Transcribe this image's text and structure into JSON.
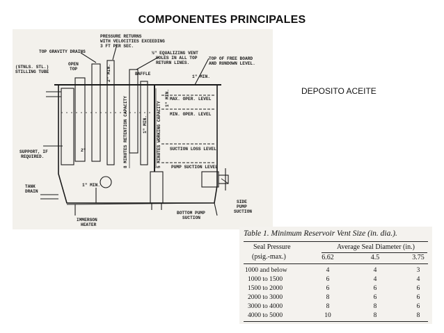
{
  "slide": {
    "title": "COMPONENTES PRINCIPALES",
    "deposit_label": "DEPOSITO ACEITE"
  },
  "diagram": {
    "labels": {
      "pressure_returns_1": "PRESSURE RETURNS",
      "pressure_returns_2": "WITH VELOCITIES EXCEEDING",
      "pressure_returns_3": "3 FT PER SEC.",
      "top_gravity_drains": "TOP GRAVITY DRAINS",
      "equalizing_vent_1": "½\" EQUALIZING VENT",
      "equalizing_vent_2": "HOLES IN ALL TOP",
      "equalizing_vent_3": "RETURN LINES.",
      "top_free_board_1": "TOP OF FREE BOARD",
      "top_free_board_2": "AND RUNDOWN LEVEL.",
      "stnls_1": "(STNLS. STL.)",
      "stnls_2": "STILLING TUBE",
      "open_top_1": "OPEN",
      "open_top_2": "TOP",
      "baffle": "BAFFLE",
      "one_min_top": "1\" MIN.",
      "max_oper_level": "MAX. OPER. LEVEL",
      "min_oper_level": "MIN. OPER. LEVEL",
      "suction_loss_level": "SUCTION LOSS LEVEL",
      "pump_suction_level": "PUMP SUCTION LEVEL",
      "support_1": "SUPPORT, IF",
      "support_2": "REQUIRED.",
      "tank_drain_1": "TANK",
      "tank_drain_2": "DRAIN",
      "immersion_1": "IMMERSON",
      "immersion_2": "HEATER",
      "bottom_pump_1": "BOTTOM PUMP",
      "bottom_pump_2": "SUCTION",
      "side_pump_1": "SIDE",
      "side_pump_2": "PUMP",
      "side_pump_3": "SUCTION",
      "retention_capacity": "8 MINUTES RETENTION CAPACITY",
      "working_capacity": "5 MINUTES WORKING CAPACITY",
      "two_min": "2\" MIN.",
      "one_min_left": "1\" MIN.",
      "one_min_bottom": "1\" MIN.",
      "two_inch": "2\"",
      "one_min_vertical": "1\" MIN."
    }
  },
  "table": {
    "caption": "Table 1. Minimum Reservoir Vent Size (in. dia.).",
    "seal_pressure_header_1": "Seal Pressure",
    "seal_pressure_header_2": "(psig.-max.)",
    "avg_header": "Average Seal Diameter (in.)",
    "diameters": [
      "6.62",
      "4.5",
      "3.75"
    ],
    "rows": [
      {
        "pressure": "1000 and below",
        "values": [
          "4",
          "4",
          "3"
        ]
      },
      {
        "pressure": "1000 to 1500",
        "values": [
          "6",
          "4",
          "4"
        ]
      },
      {
        "pressure": "1500 to 2000",
        "values": [
          "6",
          "6",
          "6"
        ]
      },
      {
        "pressure": "2000 to 3000",
        "values": [
          "8",
          "6",
          "6"
        ]
      },
      {
        "pressure": "3000 to 4000",
        "values": [
          "8",
          "8",
          "6"
        ]
      },
      {
        "pressure": "4000 to 5000",
        "values": [
          "10",
          "8",
          "8"
        ]
      }
    ]
  }
}
